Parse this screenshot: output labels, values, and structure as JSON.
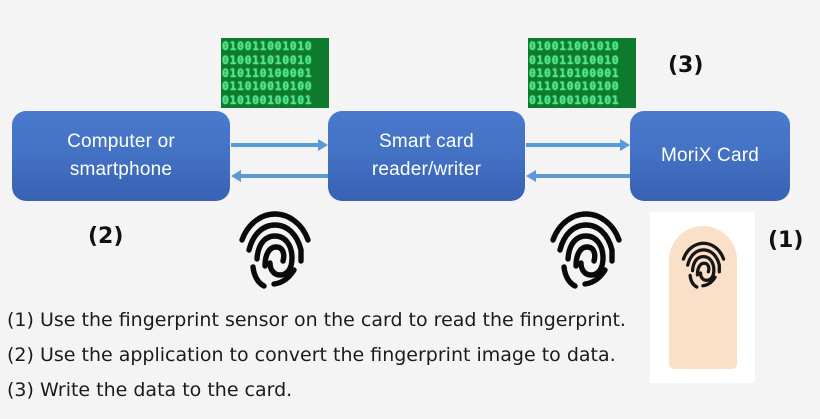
{
  "diagram": {
    "background_color": "#f4f4f4",
    "nodes": [
      {
        "name": "computer",
        "line1": "Computer or",
        "line2": "smartphone",
        "color": "#4472c4"
      },
      {
        "name": "reader",
        "line1": "Smart card",
        "line2": "reader/writer",
        "color": "#4472c4"
      },
      {
        "name": "card",
        "line1": "MoriX Card",
        "line2": "",
        "color": "#4472c4"
      }
    ],
    "arrows": {
      "color": "#5b9bd5",
      "items": [
        {
          "name": "computer-to-reader",
          "direction": "right"
        },
        {
          "name": "reader-to-computer",
          "direction": "left"
        },
        {
          "name": "reader-to-card",
          "direction": "right"
        },
        {
          "name": "card-to-reader",
          "direction": "left"
        }
      ]
    },
    "binary_images": {
      "background_color": "#0d7a2e",
      "digit_color": "#4ee88a",
      "rows": [
        "010011001010",
        "010011010010",
        "010110100001",
        "011010010100",
        "010100100101"
      ]
    },
    "icons": [
      {
        "name": "fingerprint-icon-left",
        "label": "fingerprint"
      },
      {
        "name": "fingerprint-icon-right",
        "label": "fingerprint"
      },
      {
        "name": "fingerprint-icon-on-card",
        "label": "fingerprint"
      },
      {
        "name": "finger-shape",
        "label": "finger",
        "color": "#fae0c8"
      }
    ],
    "step_labels": [
      {
        "name": "step-label-1",
        "text": "(1)"
      },
      {
        "name": "step-label-2",
        "text": "(2)"
      },
      {
        "name": "step-label-3",
        "text": "(3)"
      }
    ]
  },
  "captions": [
    "(1) Use the fingerprint sensor on the card to read the fingerprint.",
    "(2) Use the application to convert the fingerprint image to data.",
    "(3) Write the data to the card."
  ]
}
